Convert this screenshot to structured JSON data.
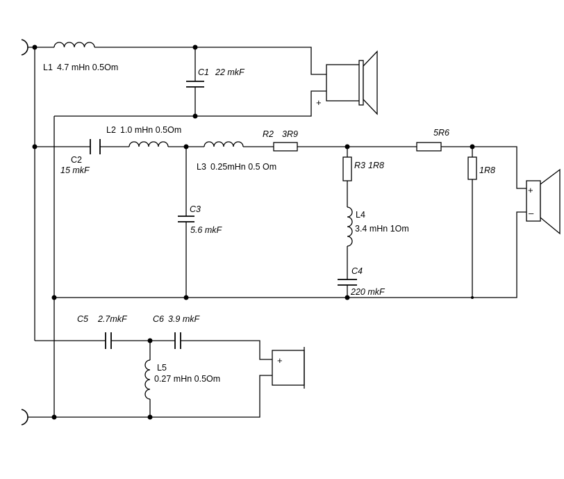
{
  "components": {
    "L1": {
      "ref": "L1",
      "value": "4.7 mHn 0.5Om"
    },
    "C1": {
      "ref": "C1",
      "value": "22 mkF"
    },
    "L2": {
      "ref": "L2",
      "value": "1.0 mHn 0.5Om"
    },
    "C2": {
      "ref": "C2",
      "value": "15 mkF"
    },
    "L3": {
      "ref": "L3",
      "value": "0.25mHn 0.5 Om"
    },
    "R2": {
      "ref": "R2",
      "value": "3R9"
    },
    "R_series": {
      "value": "5R6"
    },
    "R3": {
      "ref": "R3",
      "value": "1R8"
    },
    "R_shunt": {
      "value": "1R8"
    },
    "C3": {
      "ref": "C3",
      "value": "5.6 mkF"
    },
    "L4": {
      "ref": "L4",
      "value": "3.4 mHn 1Om"
    },
    "C4": {
      "ref": "C4",
      "value": "220 mkF"
    },
    "C5": {
      "ref": "C5",
      "value": "2.7mkF"
    },
    "C6": {
      "ref": "C6",
      "value": "3.9 mkF"
    },
    "L5": {
      "ref": "L5",
      "value": "0.27 mHn 0.5Om"
    }
  },
  "polarity": {
    "plus": "+",
    "minus": "–"
  }
}
